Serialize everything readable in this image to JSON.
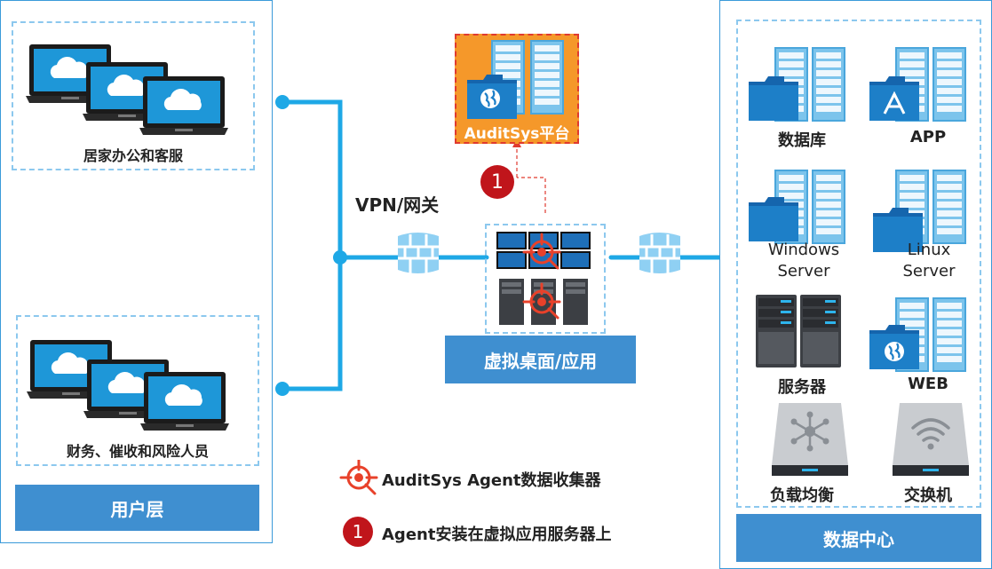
{
  "user_layer": {
    "title": "用户层",
    "group_home": "居家办公和客服",
    "group_finance": "财务、催收和风险人员"
  },
  "gateway": {
    "label": "VPN/网关"
  },
  "platform": {
    "label": "AuditSys平台",
    "step_badge": "1"
  },
  "virtual": {
    "label": "虚拟桌面/应用"
  },
  "datacenter": {
    "title": "数据中心",
    "items": [
      {
        "label": "数据库",
        "icon": "database-folder-icon"
      },
      {
        "label": "APP",
        "icon": "app-store-folder-icon"
      },
      {
        "label": "Windows\nServer",
        "icon": "windows-server-icon"
      },
      {
        "label": "Linux\nServer",
        "icon": "linux-server-icon"
      },
      {
        "label": "服务器",
        "icon": "server-rack-icon"
      },
      {
        "label": "WEB",
        "icon": "web-globe-folder-icon"
      },
      {
        "label": "负载均衡",
        "icon": "load-balancer-icon"
      },
      {
        "label": "交换机",
        "icon": "switch-wifi-icon"
      }
    ]
  },
  "legend": {
    "agent_label": "AuditSys Agent数据收集器",
    "step_number": "1",
    "step_label": "Agent安装在虚拟应用服务器上"
  },
  "colors": {
    "line": "#1ea8e6",
    "panel_bar": "#3f8fd0",
    "platform_fill": "#f5982a",
    "platform_border": "#e03a2f",
    "badge": "#c0151b",
    "agent": "#e8412a",
    "laptop_screen": "#1e97d8",
    "server_blue": "#7cc4ec",
    "folder_blue": "#1d7fc8"
  }
}
